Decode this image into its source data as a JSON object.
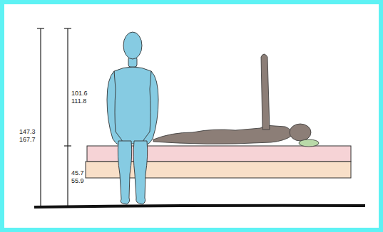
{
  "diagram": {
    "labels": [
      "101.6",
      "111.8",
      "147.3",
      "167.7",
      "45.7",
      "55.9"
    ]
  }
}
